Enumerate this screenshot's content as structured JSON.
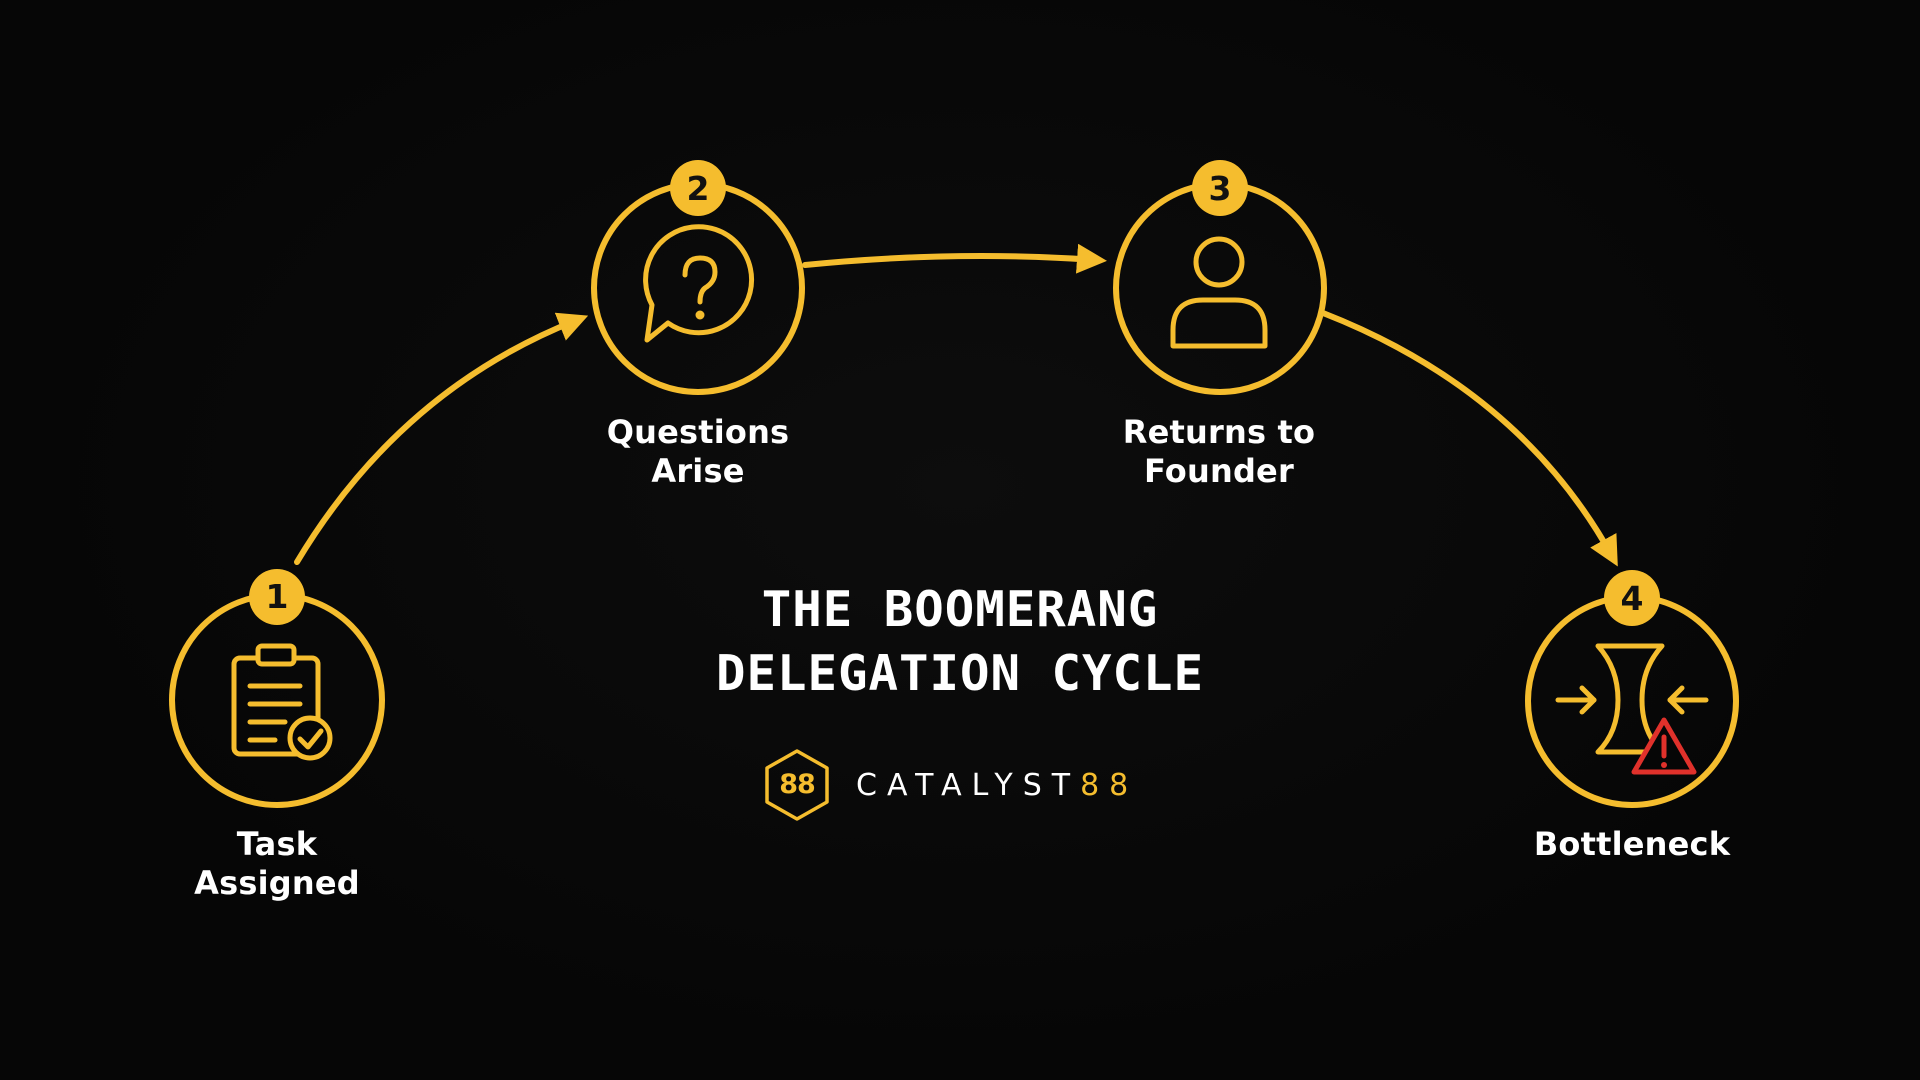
{
  "colors": {
    "accent": "#F5BD2E",
    "warning": "#E0312B",
    "text": "#FFFFFF",
    "background": "#060606"
  },
  "title": {
    "line1": "THE BOOMERANG",
    "line2": "DELEGATION CYCLE"
  },
  "brand": {
    "logo_text": "88",
    "name_main": "CATALYST",
    "name_accent": "88"
  },
  "steps": [
    {
      "number": "1",
      "label_lines": [
        "Task",
        "Assigned"
      ],
      "icon": "clipboard-check-icon"
    },
    {
      "number": "2",
      "label_lines": [
        "Questions",
        "Arise"
      ],
      "icon": "question-bubble-icon"
    },
    {
      "number": "3",
      "label_lines": [
        "Returns to",
        "Founder"
      ],
      "icon": "person-icon"
    },
    {
      "number": "4",
      "label_lines": [
        "Bottleneck"
      ],
      "icon": "bottleneck-warning-icon"
    }
  ]
}
